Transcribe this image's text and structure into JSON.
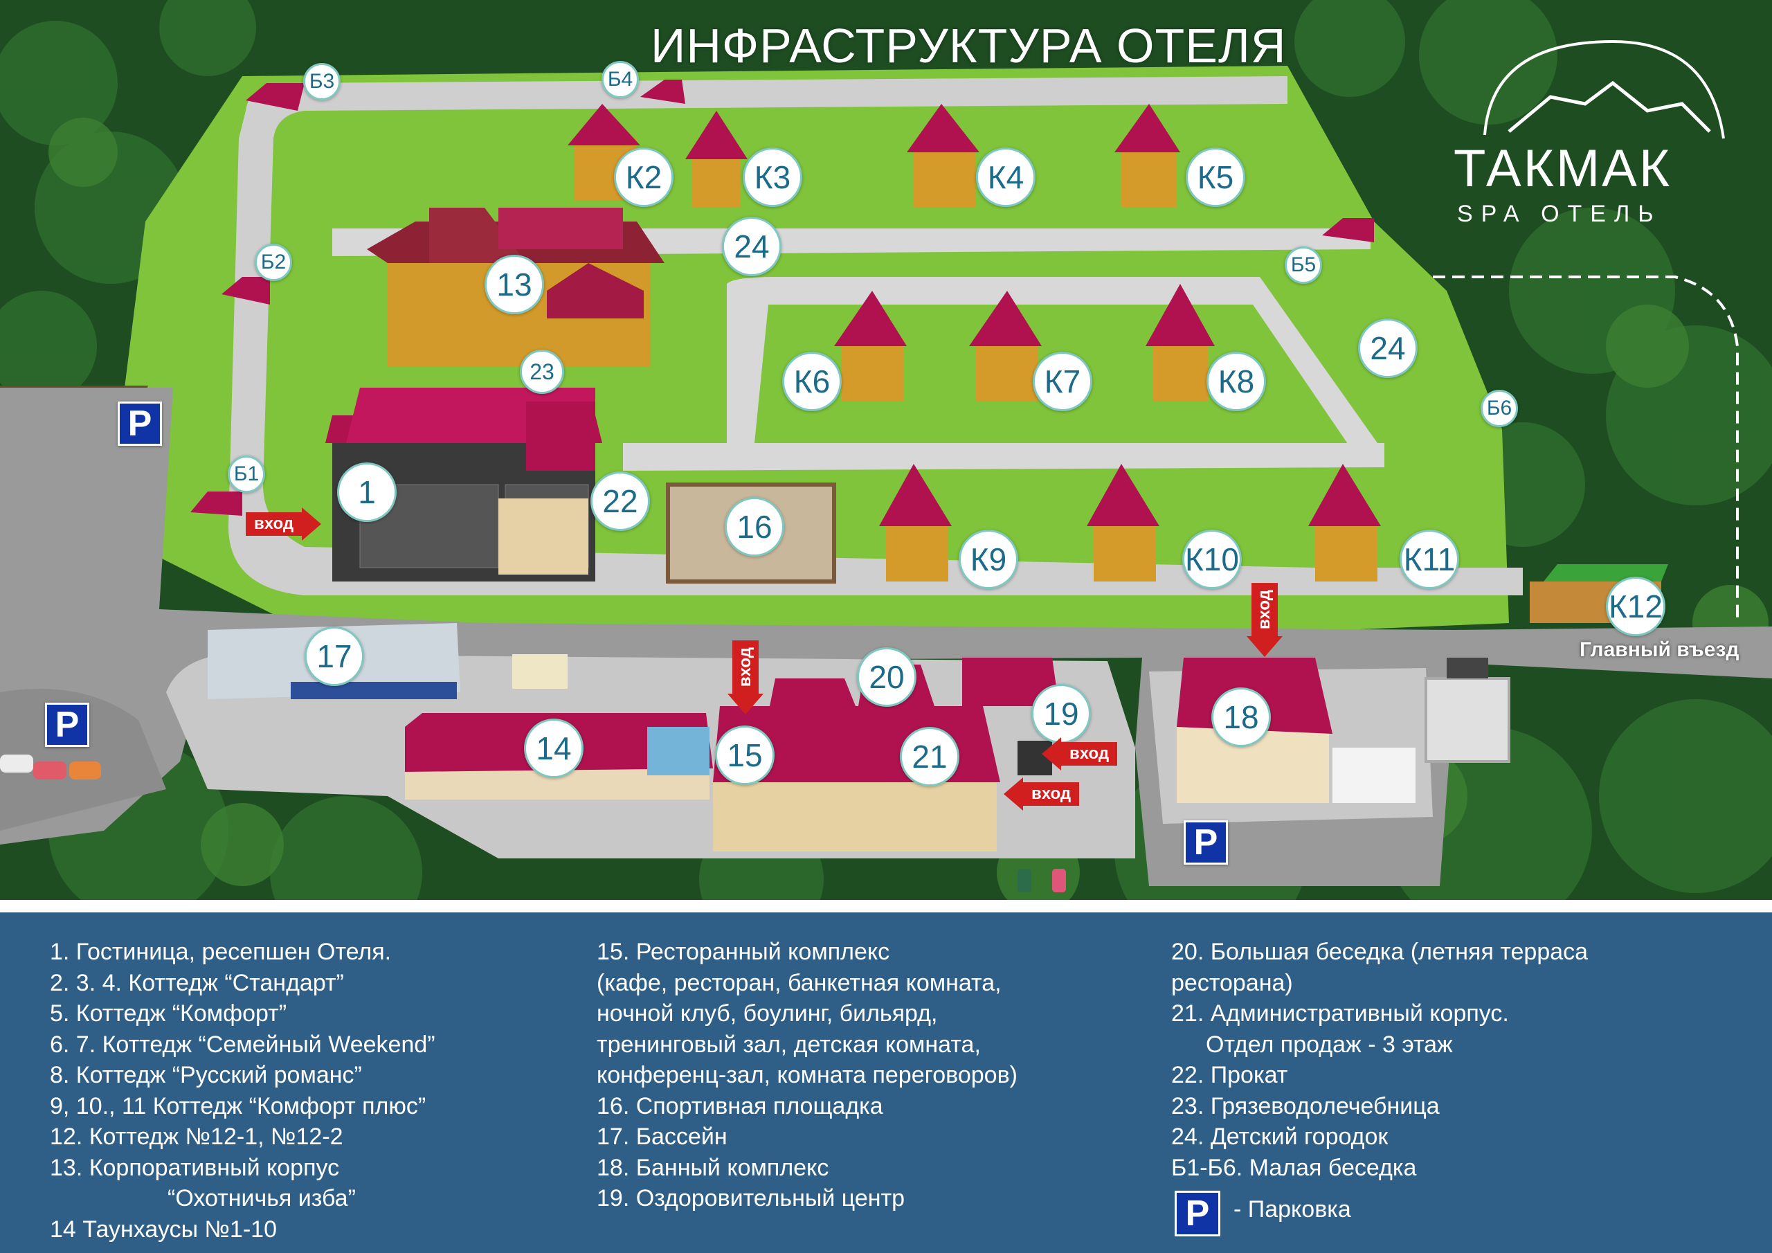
{
  "title": "ИНФРАСТРУКТУРА ОТЕЛЯ",
  "logo": {
    "name": "ТАКМАК",
    "subtitle": "SPA ОТЕЛЬ"
  },
  "colors": {
    "grass": "#7fc43a",
    "road": "#9a9a9a",
    "roof": "#b0124f",
    "forest": "#1e4d22",
    "legend_bg": "#2f5f86",
    "entry_arrow": "#d11e1e",
    "parking": "#1034a6"
  },
  "map_labels": {
    "building_1": "1",
    "building_13": "13",
    "building_14": "14",
    "building_15": "15",
    "building_16": "16",
    "building_17": "17",
    "building_18": "18",
    "building_19": "19",
    "building_20": "20",
    "building_21": "21",
    "building_22": "22",
    "building_23": "23",
    "playground_north": "24",
    "playground_east": "24",
    "cottage_k2": "К2",
    "cottage_k3": "К3",
    "cottage_k4": "К4",
    "cottage_k5": "К5",
    "cottage_k6": "К6",
    "cottage_k7": "К7",
    "cottage_k8": "К8",
    "cottage_k9": "К9",
    "cottage_k10": "К10",
    "cottage_k11": "К11",
    "cottage_k12": "К12",
    "gazebo_b1": "Б1",
    "gazebo_b2": "Б2",
    "gazebo_b3": "Б3",
    "gazebo_b4": "Б4",
    "gazebo_b5": "Б5",
    "gazebo_b6": "Б6"
  },
  "parking_symbol": "P",
  "entries": {
    "entry_label": "вход",
    "main_entry": "Главный въезд"
  },
  "legend": {
    "col1": [
      "1. Гостиница, ресепшен Отеля.",
      "2. 3. 4. Коттедж “Стандарт”",
      "5. Коттедж “Комфорт”",
      "6. 7. Коттедж “Семейный Weekend”",
      "8. Коттедж “Русский романс”",
      "9, 10., 11 Коттедж “Комфорт плюс”",
      "12. Коттедж №12-1, №12-2",
      "13. Корпоративный корпус",
      "“Охотничья изба”",
      "14 Таунхаусы  №1-10"
    ],
    "col2": [
      "15. Ресторанный комплекс",
      "(кафе, ресторан, банкетная комната,",
      "ночной клуб, боулинг, бильярд,",
      "тренинговый зал, детская комната,",
      "конференц-зал, комната переговоров)",
      "16. Спортивная площадка",
      "17. Бассейн",
      "18. Банный комплекс",
      "19. Оздоровительный центр"
    ],
    "col3": [
      "20. Большая беседка (летняя терраса",
      "ресторана)",
      "21.  Административный корпус.",
      "Отдел продаж - 3 этаж",
      "22. Прокат",
      "23. Грязеводолечебница",
      "24. Детский городок",
      "Б1-Б6. Малая беседка"
    ],
    "parking_note": "- Парковка"
  }
}
